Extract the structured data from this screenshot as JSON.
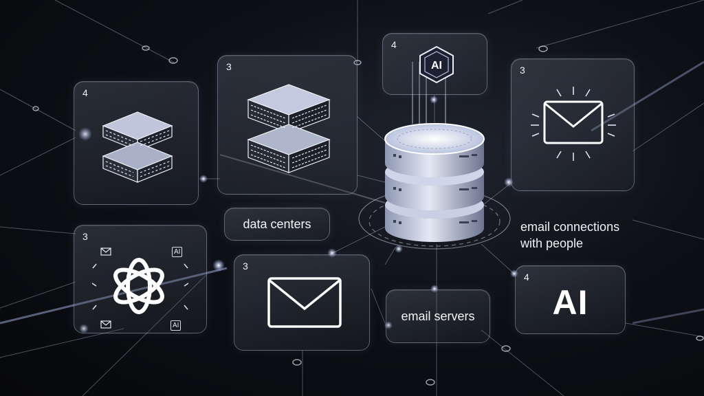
{
  "cards": {
    "servers_left": {
      "number": "4"
    },
    "servers_top": {
      "number": "3"
    },
    "ai_chip": {
      "number": "4",
      "chip_label": "AI"
    },
    "email_right": {
      "number": "3"
    },
    "openai": {
      "number": "3",
      "mini_ai_label": "AI"
    },
    "email_bottom": {
      "number": "3"
    },
    "ai_text": {
      "number": "4",
      "label": "AI"
    }
  },
  "labels": {
    "data_centers": "data centers",
    "email_servers": "email servers",
    "email_connections": "email connections\nwith people"
  },
  "colors": {
    "background": "#0b0d12",
    "glow": "#cfe0ff",
    "card_border": "#d2dcf0"
  },
  "icons": [
    "server-stack-icon",
    "ai-chip-icon",
    "mail-icon",
    "openai-logo-icon",
    "database-icon"
  ]
}
